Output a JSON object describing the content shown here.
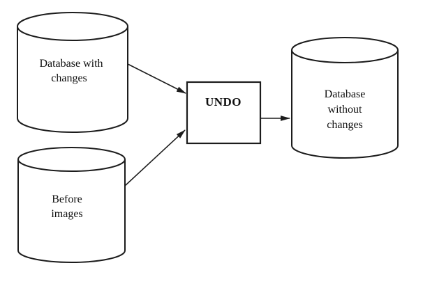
{
  "page": {
    "background": "#ffffff"
  },
  "diagram": {
    "type": "flow-diagram",
    "stroke_color": "#1c1c1c",
    "text_color": "#101010",
    "fill_color": "#ffffff",
    "nodes": {
      "db_with_changes": {
        "shape": "cylinder",
        "lines": [
          "Database with",
          "changes"
        ]
      },
      "before_images": {
        "shape": "cylinder",
        "lines": [
          "Before",
          "images"
        ]
      },
      "undo": {
        "shape": "rectangle",
        "label": "UNDO"
      },
      "db_without_changes": {
        "shape": "cylinder",
        "lines": [
          "Database",
          "without",
          "changes"
        ]
      }
    },
    "edges": [
      {
        "from": "db_with_changes",
        "to": "undo",
        "arrow": "end"
      },
      {
        "from": "before_images",
        "to": "undo",
        "arrow": "end"
      },
      {
        "from": "undo",
        "to": "db_without_changes",
        "arrow": "end"
      }
    ]
  }
}
